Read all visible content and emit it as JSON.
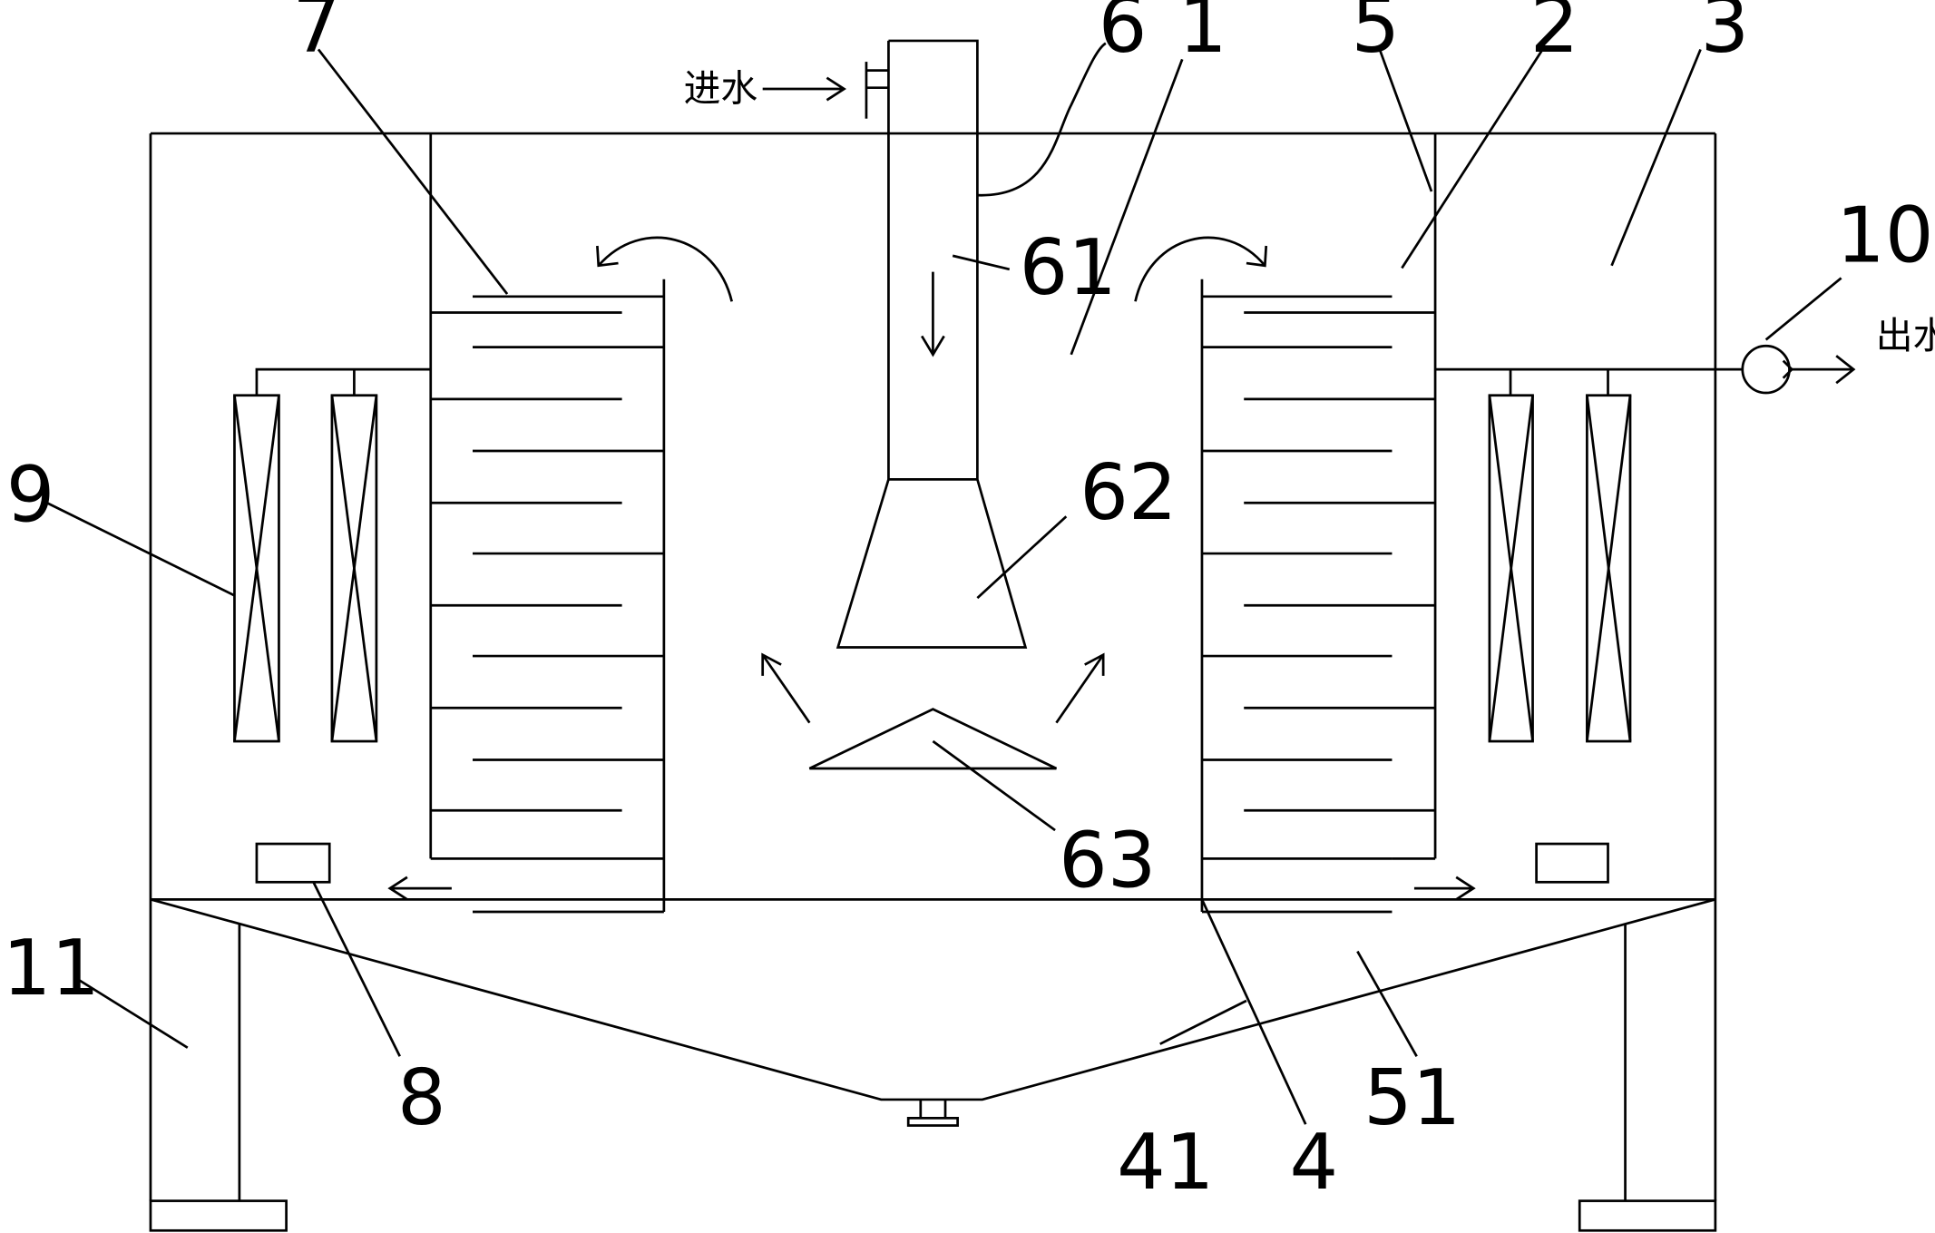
{
  "labels": {
    "inlet": "进水",
    "outlet": "出水",
    "n1": "1",
    "n2": "2",
    "n3": "3",
    "n4": "4",
    "n5": "5",
    "n6": "6",
    "n7": "7",
    "n8": "8",
    "n9": "9",
    "n10": "10",
    "n11": "11",
    "n41": "41",
    "n51": "51",
    "n61": "61",
    "n62": "62",
    "n63": "63"
  }
}
